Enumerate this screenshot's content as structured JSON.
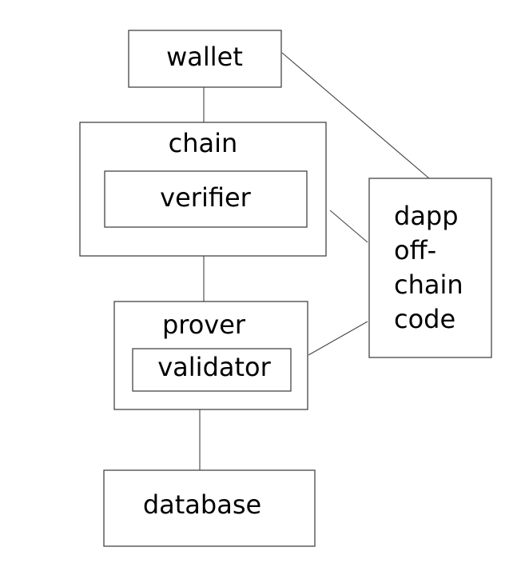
{
  "diagram": {
    "nodes": {
      "wallet": "wallet",
      "chain": "chain",
      "verifier": "verifier",
      "prover": "prover",
      "validator": "validator",
      "database": "database",
      "dapp": {
        "line1": "dapp",
        "line2": "off-",
        "line3": "chain",
        "line4": "code"
      }
    },
    "colors": {
      "stroke": "#444444",
      "text": "#000000",
      "background": "#ffffff"
    }
  }
}
